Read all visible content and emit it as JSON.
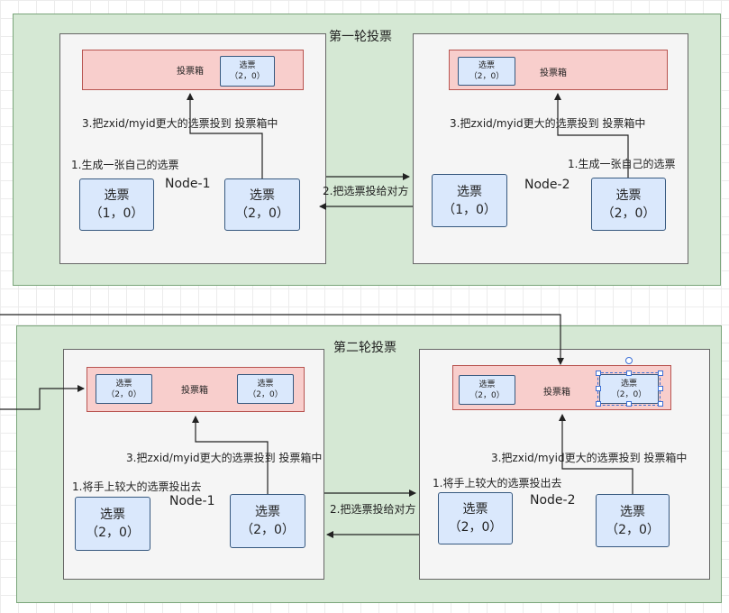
{
  "round1": {
    "title": "第一轮投票",
    "ballot_box_label": "投票箱",
    "step1": "1.生成一张自己的选票",
    "step2": "2.把选票投给对方",
    "step3": "3.把zxid/myid更大的选票投到 投票箱中",
    "node1": {
      "name": "Node-1",
      "box_vote": {
        "label": "选票",
        "value": "（2，0）"
      },
      "own_vote": {
        "label": "选票",
        "value": "（1，0）"
      },
      "recv_vote": {
        "label": "选票",
        "value": "（2，0）"
      }
    },
    "node2": {
      "name": "Node-2",
      "box_vote": {
        "label": "选票",
        "value": "（2，0）"
      },
      "recv_vote": {
        "label": "选票",
        "value": "（1，0）"
      },
      "own_vote": {
        "label": "选票",
        "value": "（2，0）"
      }
    }
  },
  "round2": {
    "title": "第二轮投票",
    "ballot_box_label": "投票箱",
    "step1": "1.将手上较大的选票投出去",
    "step2": "2.把选票投给对方",
    "step3": "3.把zxid/myid更大的选票投到 投票箱中",
    "node1": {
      "name": "Node-1",
      "box_vote_left": {
        "label": "选票",
        "value": "（2，0）"
      },
      "box_vote_right": {
        "label": "选票",
        "value": "（2，0）"
      },
      "own_vote": {
        "label": "选票",
        "value": "（2，0）"
      },
      "recv_vote": {
        "label": "选票",
        "value": "（2，0）"
      }
    },
    "node2": {
      "name": "Node-2",
      "box_vote_left": {
        "label": "选票",
        "value": "（2，0）"
      },
      "box_vote_right": {
        "label": "选票",
        "value": "（2，0）"
      },
      "recv_vote": {
        "label": "选票",
        "value": "（2，0）"
      },
      "own_vote": {
        "label": "选票",
        "value": "（2，0）"
      }
    }
  },
  "colors": {
    "round_bg": "#d5e8d4",
    "node_bg": "#f5f5f5",
    "ballot_box_bg": "#f8cecc",
    "vote_bg": "#dae8fc",
    "selection": "#3b6fd6"
  }
}
